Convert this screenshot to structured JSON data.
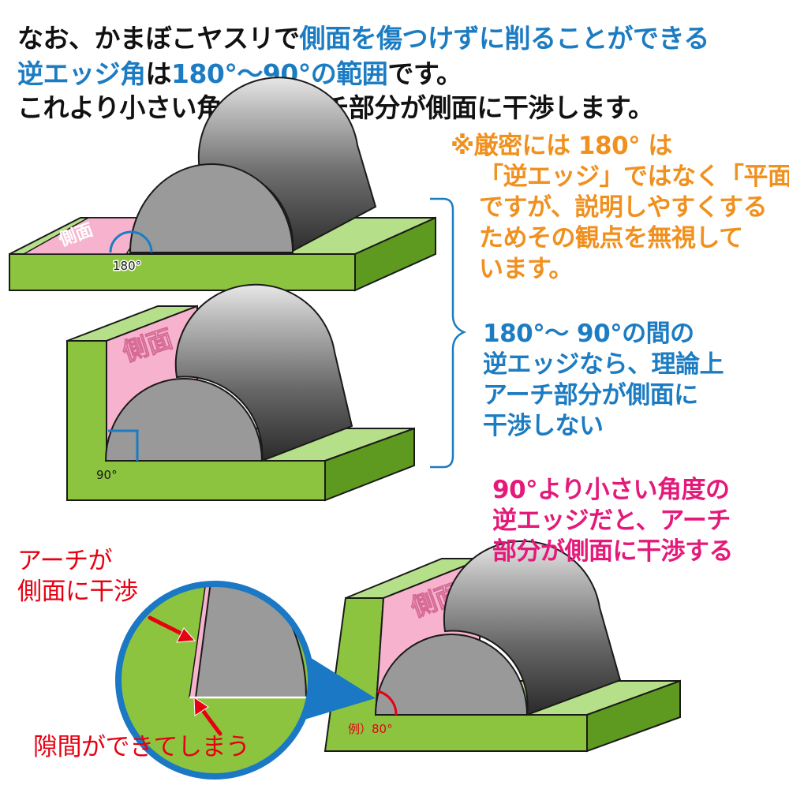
{
  "headline": {
    "line1_a": "なお、かまぼこヤスリで",
    "line1_b": "側面を傷つけずに削ることができる",
    "line2_a": "逆エッジ角",
    "line2_b": "は",
    "line2_c": "180°〜90°の範囲",
    "line2_d": "です。",
    "line3": "これより小さい角度はアーチ部分が側面に干渉します。"
  },
  "notes": {
    "strict": [
      "※厳密には 180° は",
      "「逆エッジ」ではなく「平面」",
      "ですが、説明しやすくする",
      "ためその観点を無視して",
      "います。"
    ],
    "range": [
      "180°〜 90°の間の",
      "逆エッジなら、理論上",
      "アーチ部分が側面に",
      "干渉しない"
    ],
    "small": [
      "90°より小さい角度の",
      "逆エッジだと、アーチ",
      "部分が側面に干渉する"
    ]
  },
  "callouts": {
    "interfere": [
      "アーチが",
      "側面に干渉"
    ],
    "gap": "隙間ができてしまう"
  },
  "figure_labels": {
    "side_face": "側面",
    "angle_180": "180°",
    "angle_90": "90°",
    "angle_80": "例）80°"
  },
  "colors": {
    "text_black": "#111111",
    "text_blue": "#1c7cc2",
    "text_orange": "#f0901e",
    "text_magenta": "#e4197a",
    "text_red": "#e60012",
    "green_top": "#b6df8a",
    "green_front": "#8cc43f",
    "green_side": "#5d9a1f",
    "pink_face": "#f7b3cd",
    "gray_body": "#8c8c8c",
    "zoom_border": "#1a78c4"
  }
}
